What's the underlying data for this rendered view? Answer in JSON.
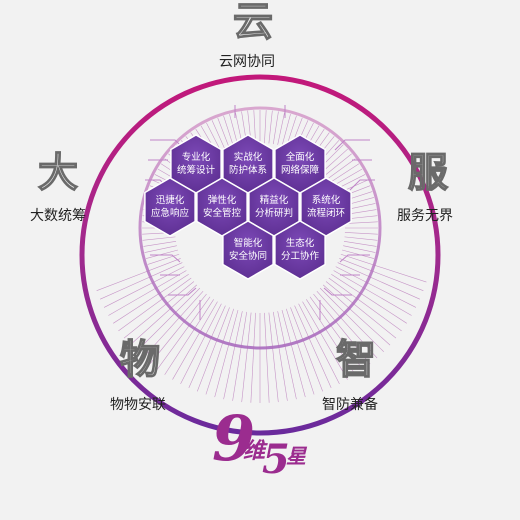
{
  "corners": [
    {
      "id": "top",
      "char": "云",
      "label": "云网协同"
    },
    {
      "id": "left",
      "char": "大",
      "label": "大数统筹"
    },
    {
      "id": "right",
      "char": "服",
      "label": "服务无界"
    },
    {
      "id": "bl",
      "char": "物",
      "label": "物物安联"
    },
    {
      "id": "br",
      "char": "智",
      "label": "智防兼备"
    }
  ],
  "hexes": [
    {
      "line1": "专业化",
      "line2": "统筹设计"
    },
    {
      "line1": "实战化",
      "line2": "防护体系"
    },
    {
      "line1": "全面化",
      "line2": "网络保障"
    },
    {
      "line1": "迅捷化",
      "line2": "应急响应"
    },
    {
      "line1": "弹性化",
      "line2": "安全管控"
    },
    {
      "line1": "精益化",
      "line2": "分析研判"
    },
    {
      "line1": "系统化",
      "line2": "流程闭环"
    },
    {
      "line1": "智能化",
      "line2": "安全协同"
    },
    {
      "line1": "生态化",
      "line2": "分工协作"
    }
  ],
  "logo": {
    "num1": "9",
    "text1": "维",
    "num2": "5",
    "text2": "星"
  },
  "colors": {
    "ring_magenta": "#c2187a",
    "ring_purple": "#6a2a9c",
    "hex_fill": "#6a3aa0",
    "accent": "#a0308f"
  }
}
